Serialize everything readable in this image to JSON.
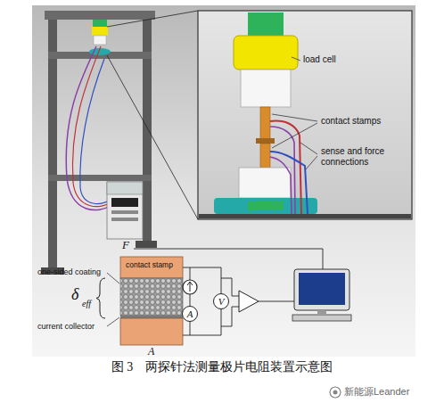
{
  "diagram": {
    "caption": "图 3　两探针法测量极片电阻装置示意图",
    "nodes": [
      {
        "text": [
          "V"
        ]
      },
      {
        "text": [
          "A"
        ]
      }
    ],
    "labels": [
      "load cell",
      "contact stamps",
      "sense and force connections",
      "F",
      "one-sided coating",
      "contact stamp",
      "δ",
      "eff",
      "current collector",
      "A",
      "新能源Leander"
    ]
  }
}
